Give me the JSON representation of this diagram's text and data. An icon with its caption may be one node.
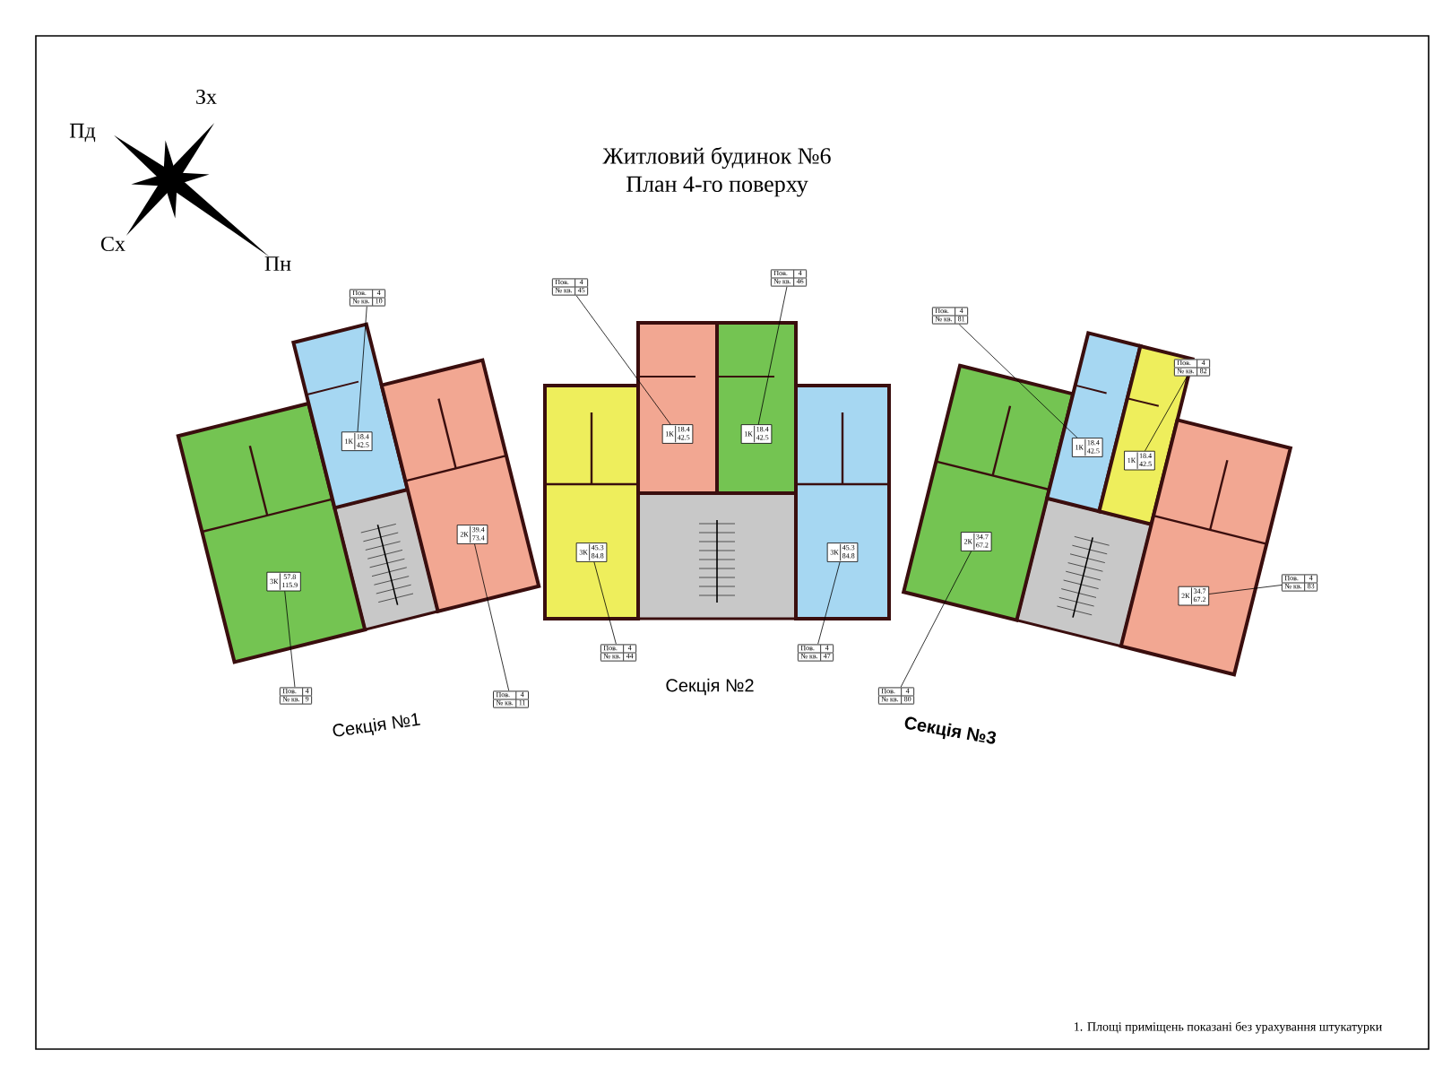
{
  "diagram": {
    "title": "Житловий будинок №6",
    "nodes": [
      {
        "text": [
          "3К",
          "57.8",
          "115.9"
        ]
      },
      {
        "text": [
          "1К",
          "18.4",
          "42.5"
        ]
      },
      {
        "text": [
          "2К",
          "39.4",
          "73.4"
        ]
      },
      {
        "text": [
          "3К",
          "45.3",
          "84.8"
        ]
      },
      {
        "text": [
          "1К",
          "18.4",
          "42.5"
        ]
      },
      {
        "text": [
          "1К",
          "18.4",
          "42.5"
        ]
      },
      {
        "text": [
          "3К",
          "45.3",
          "84.8"
        ]
      },
      {
        "text": [
          "2К",
          "34.7",
          "67.2"
        ]
      },
      {
        "text": [
          "1К",
          "18.4",
          "42.5"
        ]
      },
      {
        "text": [
          "1К",
          "18.4",
          "42.5"
        ]
      },
      {
        "text": [
          "2К",
          "34.7",
          "67.2"
        ]
      },
      {
        "text": [
          "Пов.",
          "4",
          "№ кв.",
          "9"
        ]
      },
      {
        "text": [
          "Пов.",
          "4",
          "№ кв.",
          "10"
        ]
      },
      {
        "text": [
          "Пов.",
          "4",
          "№ кв.",
          "11"
        ]
      },
      {
        "text": [
          "Пов.",
          "4",
          "№ кв.",
          "44"
        ]
      },
      {
        "text": [
          "Пов.",
          "4",
          "№ кв.",
          "45"
        ]
      },
      {
        "text": [
          "Пов.",
          "4",
          "№ кв.",
          "46"
        ]
      },
      {
        "text": [
          "Пов.",
          "4",
          "№ кв.",
          "47"
        ]
      },
      {
        "text": [
          "Пов.",
          "4",
          "№ кв.",
          "80"
        ]
      },
      {
        "text": [
          "Пов.",
          "4",
          "№ кв.",
          "81"
        ]
      },
      {
        "text": [
          "Пов.",
          "4",
          "№ кв.",
          "82"
        ]
      },
      {
        "text": [
          "Пов.",
          "4",
          "№ кв.",
          "83"
        ]
      }
    ],
    "edges": [
      {
        "from": 11,
        "to": 0,
        "arrow": "none"
      },
      {
        "from": 12,
        "to": 1,
        "arrow": "none"
      },
      {
        "from": 13,
        "to": 2,
        "arrow": "none"
      },
      {
        "from": 14,
        "to": 3,
        "arrow": "none"
      },
      {
        "from": 15,
        "to": 4,
        "arrow": "none"
      },
      {
        "from": 16,
        "to": 5,
        "arrow": "none"
      },
      {
        "from": 17,
        "to": 6,
        "arrow": "none"
      },
      {
        "from": 18,
        "to": 7,
        "arrow": "none"
      },
      {
        "from": 19,
        "to": 8,
        "arrow": "none"
      },
      {
        "from": 20,
        "to": 9,
        "arrow": "none"
      },
      {
        "from": 21,
        "to": 10,
        "arrow": "none"
      }
    ],
    "labels": [
      "План 4-го поверху",
      "Пд",
      "Зх",
      "Сх",
      "Пн",
      "Секція №1",
      "Секція №2",
      "Секція №3",
      "1. Площі приміщень показані без урахування штукатурки"
    ]
  }
}
